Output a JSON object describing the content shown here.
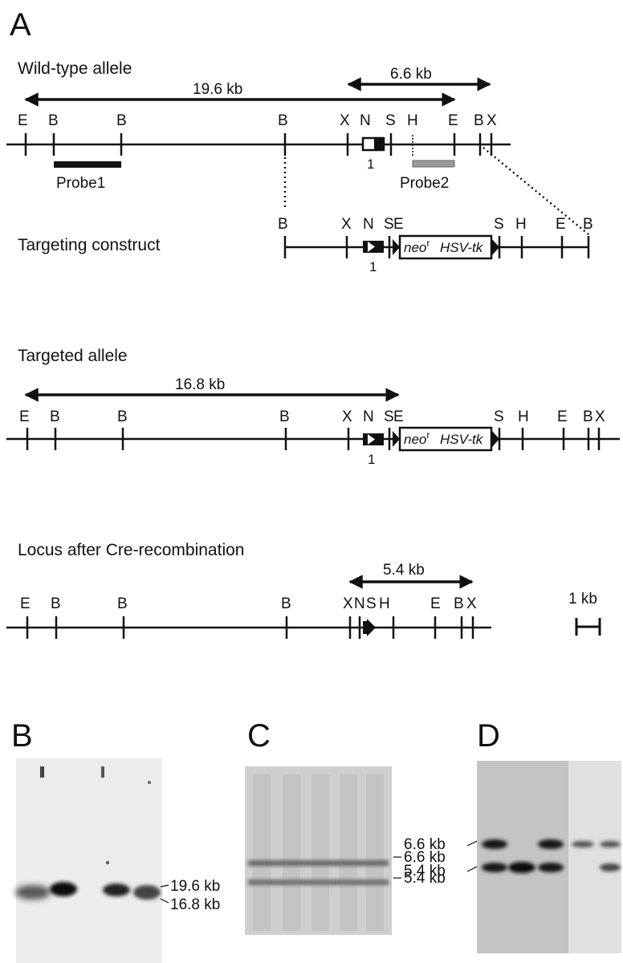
{
  "panel_labels": {
    "a": "A",
    "b": "B",
    "c": "C",
    "d": "D"
  },
  "rows": {
    "wild_type": {
      "title": "Wild-type allele",
      "sites": [
        "E",
        "B",
        "B",
        "B",
        "X",
        "N",
        "S",
        "H",
        "E",
        "B",
        "X"
      ],
      "spans": [
        "19.6 kb",
        "6.6 kb"
      ],
      "exon_label": "1",
      "probes": [
        "Probe1",
        "Probe2"
      ]
    },
    "targeting": {
      "title": "Targeting construct",
      "sites": [
        "B",
        "X",
        "N",
        "S",
        "E",
        "S",
        "H",
        "E",
        "B"
      ],
      "exon_label": "1",
      "cassette_neo": "neo",
      "cassette_neo_sup": "r",
      "cassette_tk": "HSV-tk"
    },
    "targeted": {
      "title": "Targeted allele",
      "sites": [
        "E",
        "B",
        "B",
        "B",
        "X",
        "N",
        "S",
        "E",
        "S",
        "H",
        "E",
        "B",
        "X"
      ],
      "spans": [
        "16.8 kb"
      ],
      "exon_label": "1",
      "cassette_neo": "neo",
      "cassette_neo_sup": "r",
      "cassette_tk": "HSV-tk"
    },
    "cre": {
      "title": "Locus after Cre-recombination",
      "sites": [
        "E",
        "B",
        "B",
        "B",
        "X",
        "N",
        "S",
        "H",
        "E",
        "B",
        "X"
      ],
      "spans": [
        "5.4 kb"
      ],
      "scale": "1 kb"
    }
  },
  "blots": {
    "b": {
      "bands": [
        "19.6 kb",
        "16.8 kb"
      ]
    },
    "c": {
      "bands": [
        "6.6 kb",
        "5.4 kb"
      ]
    },
    "d": {
      "bands": [
        "6.6 kb",
        "5.4 kb"
      ]
    }
  },
  "colors": {
    "ink": "#111111",
    "probe2": "#9a9a9a",
    "blot_bg": "#d8d8d8"
  }
}
